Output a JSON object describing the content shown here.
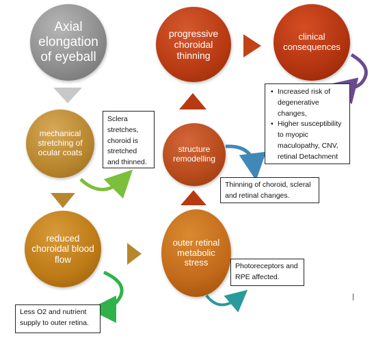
{
  "nodes": {
    "axial": "Axial elongation of eyeball",
    "progressive": "progressive choroidal thinning",
    "clinical": "clinical consequences",
    "mechanical": "mechanical stretching of ocular coats",
    "structure": "structure remodelling",
    "reduced": "reduced choroidal blood flow",
    "outer": "outer retinal metabolic stress"
  },
  "notes": {
    "sclera": "Sclera stretches, choroid is stretched and thinned.",
    "clinical_items": [
      "Increased risk of degenerative changes,",
      "Higher susceptibility to myopic maculopathy, CNV, retinal Detachment"
    ],
    "thinning": "Thinning of choroid, scleral and retinal changes.",
    "photoreceptors": "Photoreceptors and RPE affected.",
    "less_o2": "Less O2 and nutrient supply to outer retina."
  },
  "colors": {
    "gray_arrow": "#c8c8c8",
    "brown_arrow": "#b8862e",
    "red_arrow": "#b83a12",
    "green_curve": "#7cbf3a",
    "teal_curve": "#2a9a9a",
    "blue_curve": "#3f88b8",
    "purple_curve": "#6a4a8f"
  }
}
